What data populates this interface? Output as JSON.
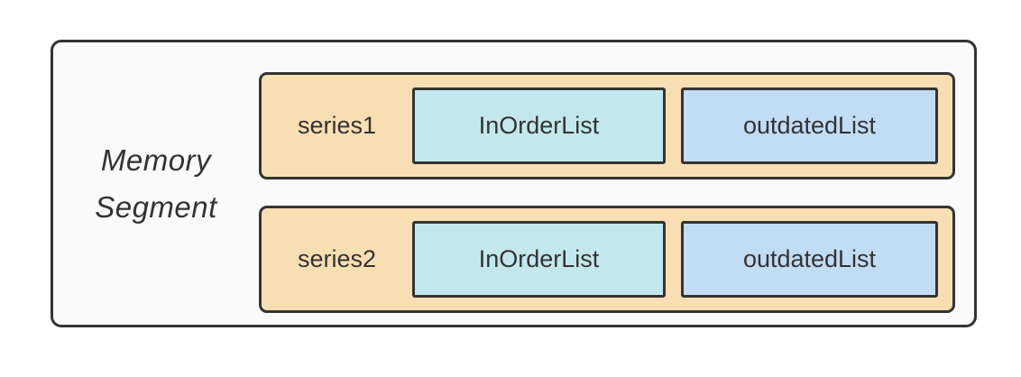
{
  "diagram": {
    "title": "Memory Segment",
    "rows": [
      {
        "label": "series1",
        "boxes": [
          {
            "label": "InOrderList"
          },
          {
            "label": "outdatedList"
          }
        ]
      },
      {
        "label": "series2",
        "boxes": [
          {
            "label": "InOrderList"
          },
          {
            "label": "outdatedList"
          }
        ]
      }
    ],
    "colors": {
      "page_bg": "#ffffff",
      "container_fill": "#fafafa",
      "row_fill": "#f8dfb3",
      "inorder_fill": "#c2e8ee",
      "outdated_fill": "#c2dcf5",
      "border": "#333333",
      "text": "#333333"
    }
  }
}
